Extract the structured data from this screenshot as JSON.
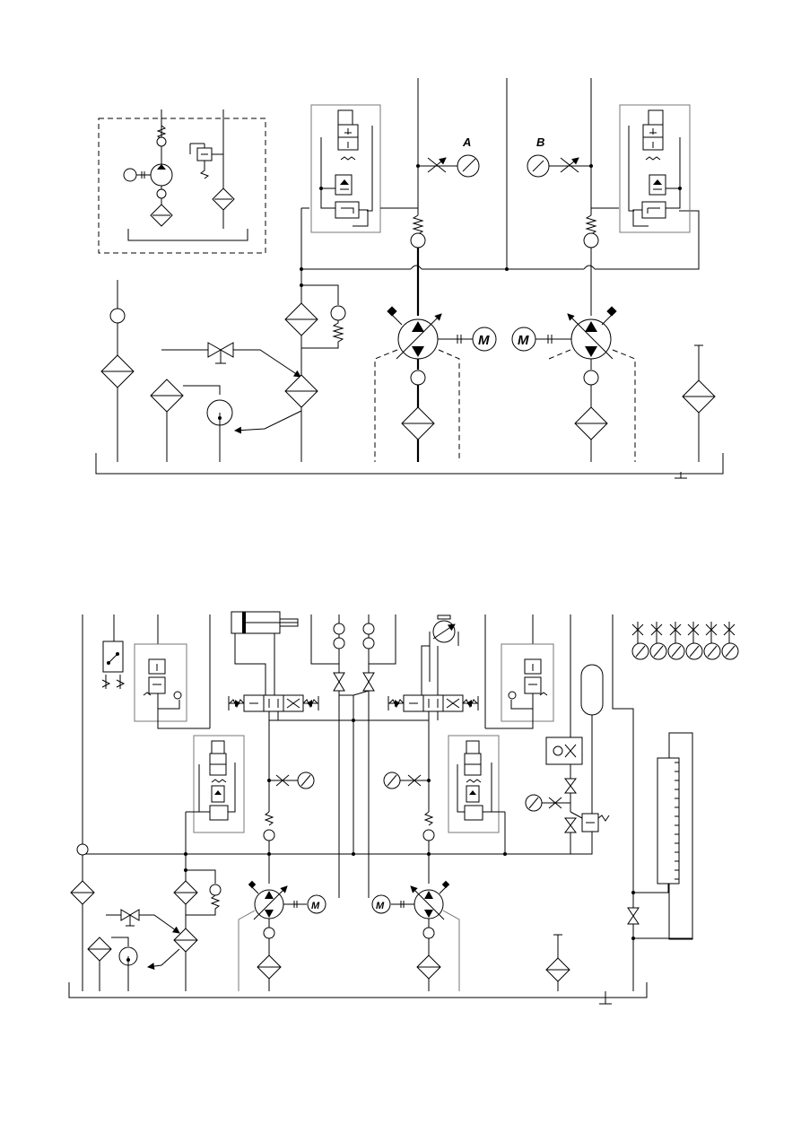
{
  "diagram": {
    "top_circuit": {
      "gauge_a_label": "A",
      "gauge_b_label": "B",
      "motor_left_label": "M",
      "motor_right_label": "M"
    },
    "bottom_circuit": {
      "motor_left_label": "M",
      "motor_right_label": "M"
    }
  }
}
